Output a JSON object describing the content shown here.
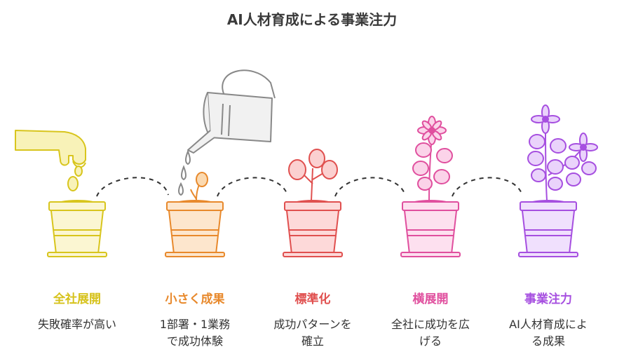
{
  "title": "AI人材育成による事業注力",
  "stages": [
    {
      "title": "全社展開",
      "desc_lines": [
        "失敗確率が高い"
      ],
      "color": "#d6c21b"
    },
    {
      "title": "小さく成果",
      "desc_lines": [
        "1部署・1業務",
        "で成功体験"
      ],
      "color": "#e8892c"
    },
    {
      "title": "標準化",
      "desc_lines": [
        "成功パターンを",
        "確立"
      ],
      "color": "#e0504f"
    },
    {
      "title": "横展開",
      "desc_lines": [
        "全社に成功を広",
        "げる"
      ],
      "color": "#e04f9e"
    },
    {
      "title": "事業注力",
      "desc_lines": [
        "AI人材育成によ",
        "る成果"
      ],
      "color": "#a64fe0"
    }
  ]
}
